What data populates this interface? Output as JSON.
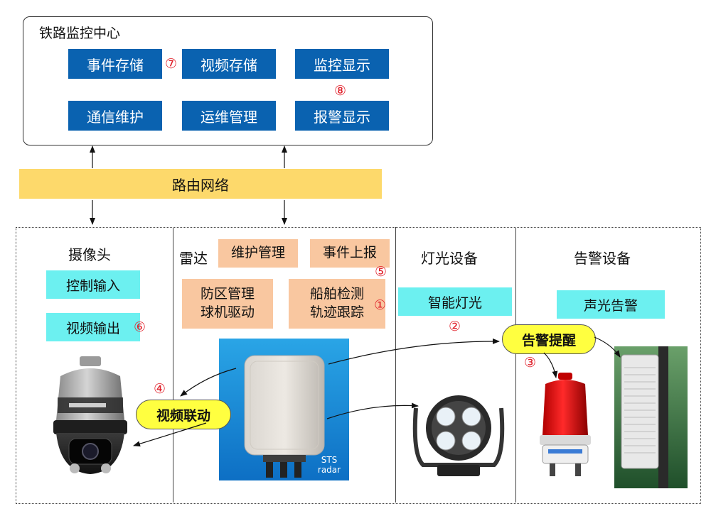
{
  "center": {
    "title": "铁路监控中心",
    "buttons": [
      "事件存储",
      "视频存储",
      "监控显示",
      "通信维护",
      "运维管理",
      "报警显示"
    ],
    "marker_event": "⑦",
    "marker_display": "⑧"
  },
  "network": {
    "label": "路由网络"
  },
  "camera": {
    "title": "摄像头",
    "control_in": "控制输入",
    "video_out": "视频输出",
    "marker": "⑥"
  },
  "radar": {
    "title": "雷达",
    "maintain": "维护管理",
    "event_report": "事件上报",
    "marker_report": "⑤",
    "zone_line1": "防区管理",
    "zone_line2": "球机驱动",
    "ship_line1": "船舶检测",
    "ship_line2": "轨迹跟踪",
    "marker_ship": "①",
    "label_line1": "STS",
    "label_line2": "radar"
  },
  "light": {
    "title": "灯光设备",
    "smart_light": "智能灯光",
    "marker": "②"
  },
  "alarm": {
    "title": "告警设备",
    "sound_light": "声光告警",
    "reminder": "告警提醒",
    "marker": "③"
  },
  "linkage": {
    "label": "视频联动",
    "marker": "④"
  },
  "colors": {
    "blue": "#0a62b0",
    "network_yellow": "#fdd96b",
    "cyan": "#6cf0f0",
    "peach": "#f9c7a0",
    "pill_yellow": "#ffff40",
    "marker_red": "#e0202a"
  }
}
